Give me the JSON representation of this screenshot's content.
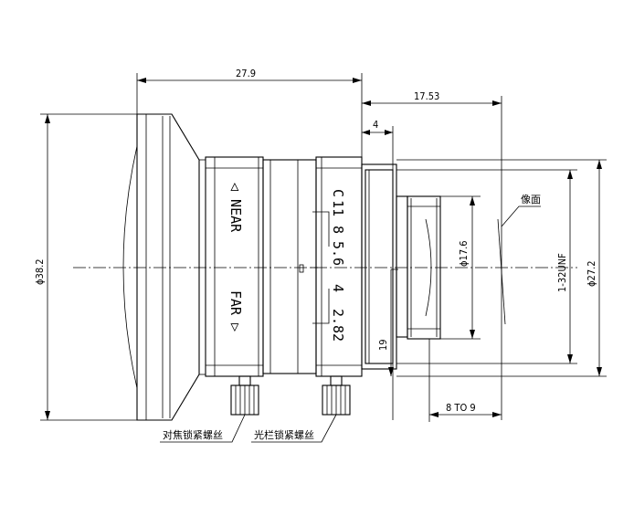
{
  "dimensions": {
    "overall_length": "27.9",
    "back_focal": "17.53",
    "flange_step": "4",
    "front_diameter": "ϕ38.2",
    "mount_diameter": "ϕ27.2",
    "rear_diameter": "ϕ17.6",
    "thread": "1-32UNF",
    "ring_height": "19",
    "back_range": "8 TO 9"
  },
  "focus_ring": {
    "near_label": "◁ NEAR",
    "far_label": "FAR ▷"
  },
  "aperture_scale": [
    "C",
    "11",
    "8",
    "5.6",
    "4",
    "2.8",
    "2"
  ],
  "labels": {
    "image_plane": "像面",
    "focus_lock_screw": "对焦锁紧螺丝",
    "iris_lock_screw": "光栏锁紧螺丝"
  }
}
